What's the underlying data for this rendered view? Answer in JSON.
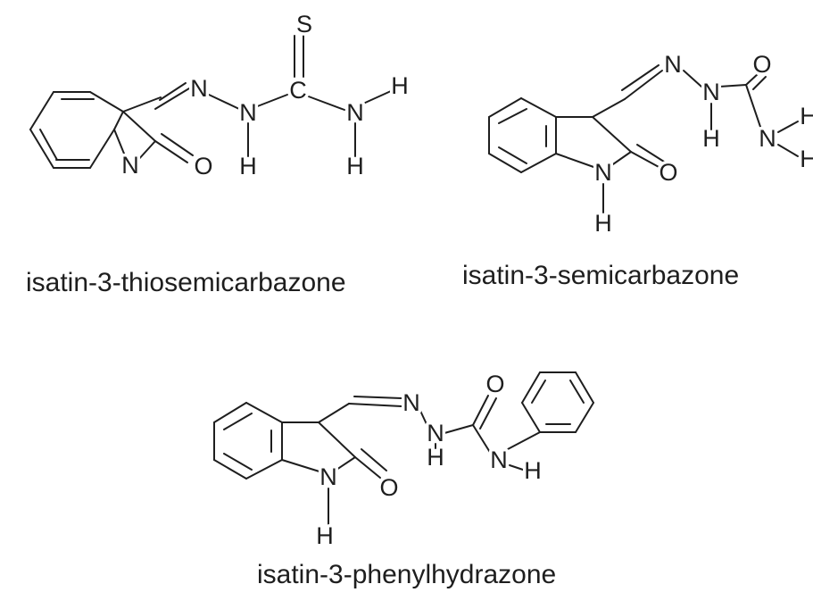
{
  "compounds": [
    {
      "name": "isatin-3-thiosemicarbazone",
      "atoms": [
        {
          "el": "N"
        },
        {
          "el": "O"
        },
        {
          "el": "N"
        },
        {
          "el": "N"
        },
        {
          "el": "H"
        },
        {
          "el": "C"
        },
        {
          "el": "S"
        },
        {
          "el": "N"
        },
        {
          "el": "H"
        },
        {
          "el": "H"
        }
      ]
    },
    {
      "name": "isatin-3-semicarbazone",
      "atoms": [
        {
          "el": "N"
        },
        {
          "el": "H"
        },
        {
          "el": "O"
        },
        {
          "el": "N"
        },
        {
          "el": "N"
        },
        {
          "el": "H"
        },
        {
          "el": "O"
        },
        {
          "el": "N"
        },
        {
          "el": "H"
        },
        {
          "el": "H"
        }
      ]
    },
    {
      "name": "isatin-3-phenylhydrazone",
      "atoms": [
        {
          "el": "N"
        },
        {
          "el": "H"
        },
        {
          "el": "O"
        },
        {
          "el": "N"
        },
        {
          "el": "N"
        },
        {
          "el": "H"
        },
        {
          "el": "O"
        },
        {
          "el": "N"
        },
        {
          "el": "H"
        }
      ]
    }
  ]
}
